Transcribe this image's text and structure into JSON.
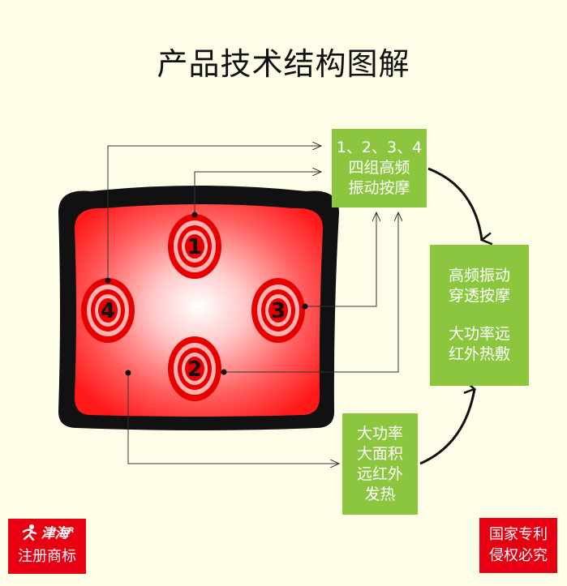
{
  "title": "产品技术结构图解",
  "zones": [
    {
      "number": "1"
    },
    {
      "number": "2"
    },
    {
      "number": "3"
    },
    {
      "number": "4"
    }
  ],
  "boxes": {
    "vibration": {
      "lines": [
        "1、2、3、4",
        "四组高频",
        "振动按摩"
      ]
    },
    "result": {
      "lines": [
        "高频振动",
        "穿透按摩",
        "大功率远",
        "红外热敷"
      ]
    },
    "heat": {
      "lines": [
        "大功率",
        "大面积",
        "远红外",
        "发热"
      ]
    }
  },
  "trademark": {
    "logo_text": "津海",
    "mark": "R",
    "label": "注册商标"
  },
  "patent": {
    "lines": [
      "国家专利",
      "侵权必究"
    ]
  },
  "colors": {
    "green": "#8cc63f",
    "red": "#e60012",
    "pad_frame": "#111111",
    "background": "#fdfde8"
  }
}
